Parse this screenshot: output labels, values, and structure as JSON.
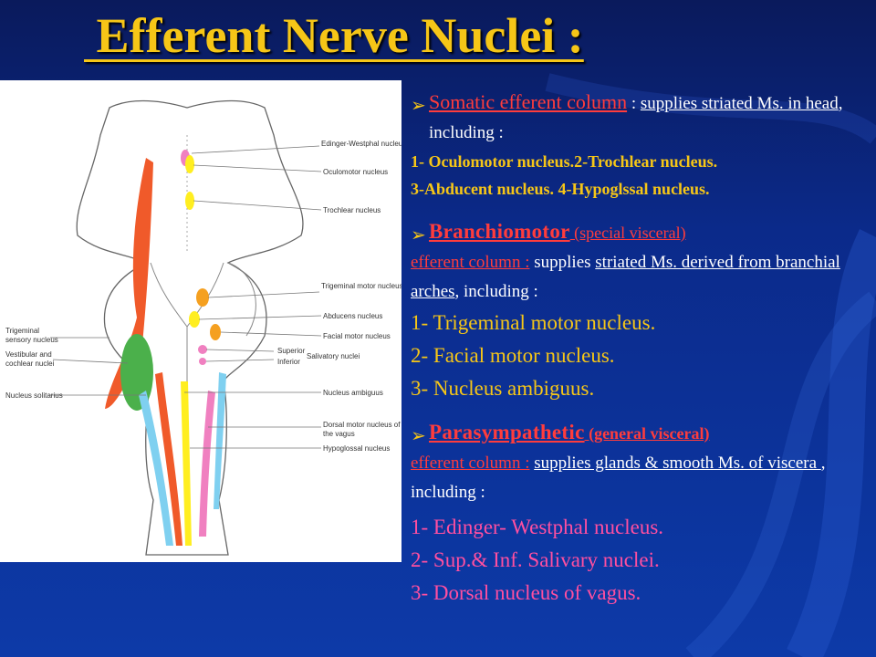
{
  "title": " Efferent Nerve Nuclei :",
  "diagram": {
    "labels_right": [
      "Edinger-Westphal nucleus",
      "Oculomotor nucleus",
      "Trochlear nucleus",
      "Trigeminal motor nucleus",
      "Abducens nucleus",
      "Facial motor nucleus",
      "Superior",
      "Inferior",
      "Salivatory nuclei",
      "Nucleus ambiguus",
      "Dorsal motor nucleus of the vagus",
      "Hypoglossal nucleus"
    ],
    "labels_left": [
      "Trigeminal sensory nucleus",
      "Vestibular and cochlear nuclei",
      "Nucleus solitarius"
    ],
    "colors": {
      "red": "#f05a2a",
      "green": "#4bb04b",
      "blue": "#7fd0f0",
      "yellow": "#ffee20",
      "orange": "#f5a020",
      "pink": "#f080c0"
    }
  },
  "somatic": {
    "heading": "Somatic efferent column",
    "colon": " : ",
    "text1": "supplies striated Ms. in head",
    "text2": ", including :",
    "list1": "1- Oculomotor nucleus.2-Trochlear nucleus.",
    "list2": "3-Abducent nucleus.  4-Hypoglssal nucleus."
  },
  "branchiomotor": {
    "heading": "Branchiomotor",
    "heading_small": " (special visceral)",
    "line2": "efferent column :",
    "supplies": "  supplies ",
    "text1": "striated Ms. derived from branchial arches",
    "text2": ", including :",
    "items": [
      "1- Trigeminal motor nucleus.",
      "2- Facial motor nucleus.",
      "3- Nucleus ambiguus."
    ]
  },
  "parasympathetic": {
    "heading": "Parasympathetic",
    "heading_small": " (general visceral)",
    "line2": "efferent  column :",
    "text1": "supplies  glands &  smooth Ms. of  viscera ",
    "text2": ", including :",
    "items": [
      "1- Edinger- Westphal nucleus.",
      "2- Sup.& Inf. Salivary nuclei.",
      "3- Dorsal nucleus of vagus."
    ]
  }
}
